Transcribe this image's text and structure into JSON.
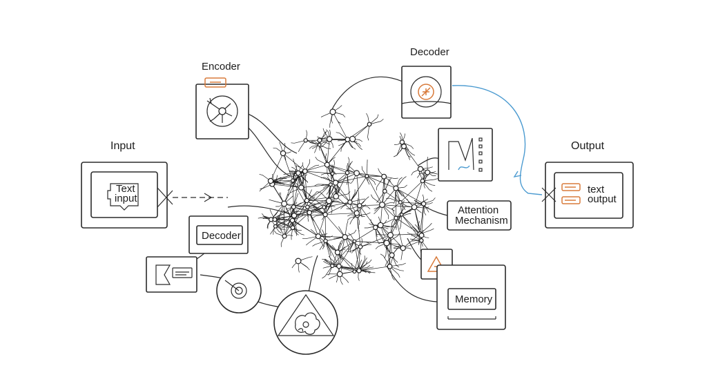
{
  "labels": {
    "input": "Input",
    "encoder": "Encoder",
    "decoder_top": "Decoder",
    "output": "Output",
    "text_input_line1": "Text",
    "text_input_line2": "input",
    "decoder_box": "Decoder",
    "attention_line1": "Attention",
    "attention_line2": "Mechanism",
    "memory": "Memory",
    "text_output_line1": "text",
    "text_output_line2": "output"
  },
  "colors": {
    "line": "#2a2a2a",
    "accent_orange": "#d87a3a",
    "accent_blue": "#4a9ad0"
  },
  "icons": [
    "text-input-icon",
    "encoder-neuron-icon",
    "decoder-target-icon",
    "waveform-icon",
    "output-list-icon",
    "warning-triangle-icon",
    "target-icon",
    "gear-triangle-icon",
    "document-arrow-icon"
  ]
}
